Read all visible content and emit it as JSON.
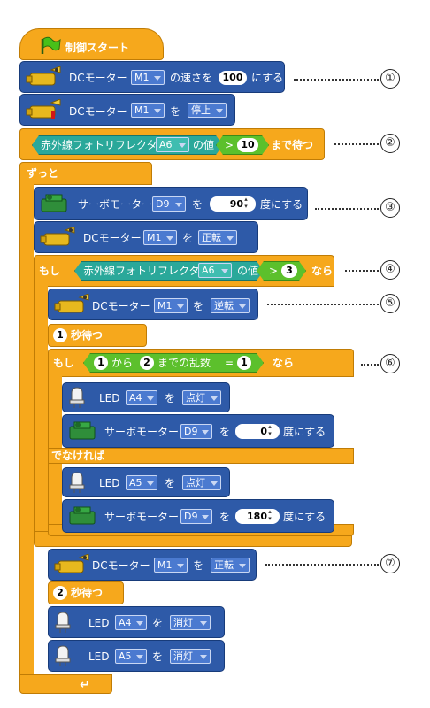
{
  "colors": {
    "control": "#f6a81c",
    "motor": "#2e5aa8",
    "sensor": "#2aa89a",
    "operator": "#5cc02c"
  },
  "start_block": {
    "label": "制御スタート"
  },
  "dc_motor_label": "DCモーター",
  "servo_label": "サーボモーター",
  "led_label": "LED",
  "wo": "を",
  "blocks": {
    "b1": {
      "port": "M1",
      "mid": "の速さを",
      "value": "100",
      "tail": "にする"
    },
    "b2": {
      "port": "M1",
      "state": "停止"
    },
    "b3": {
      "sensor": "赤外線フォトリフレクタ",
      "port": "A6",
      "of": "の値",
      "op": ">",
      "value": "10",
      "tail": "まで待つ"
    },
    "forever": "ずっと",
    "b4": {
      "port": "D9",
      "angle": "90",
      "tail": "度にする"
    },
    "b5": {
      "port": "M1",
      "state": "正転"
    },
    "if1": {
      "if": "もし",
      "sensor": "赤外線フォトリフレクタ",
      "port": "A6",
      "of": "の値",
      "op": ">",
      "value": "3",
      "then": "なら"
    },
    "b6": {
      "port": "M1",
      "state": "逆転"
    },
    "wait1": {
      "value": "1",
      "label": "秒待つ"
    },
    "if2": {
      "if": "もし",
      "from": "1",
      "kara": "から",
      "to": "2",
      "rand": "までの乱数",
      "eq": "=",
      "value": "1",
      "then": "なら"
    },
    "b7": {
      "port": "A4",
      "state": "点灯"
    },
    "b8": {
      "port": "D9",
      "angle": "0",
      "tail": "度にする"
    },
    "else": "でなければ",
    "b9": {
      "port": "A5",
      "state": "点灯"
    },
    "b10": {
      "port": "D9",
      "angle": "180",
      "tail": "度にする"
    },
    "b11": {
      "port": "M1",
      "state": "正転"
    },
    "wait2": {
      "value": "2",
      "label": "秒待つ"
    },
    "b12": {
      "port": "A4",
      "state": "消灯"
    },
    "b13": {
      "port": "A5",
      "state": "消灯"
    }
  },
  "callouts": [
    "①",
    "②",
    "③",
    "④",
    "⑤",
    "⑥",
    "⑦"
  ]
}
